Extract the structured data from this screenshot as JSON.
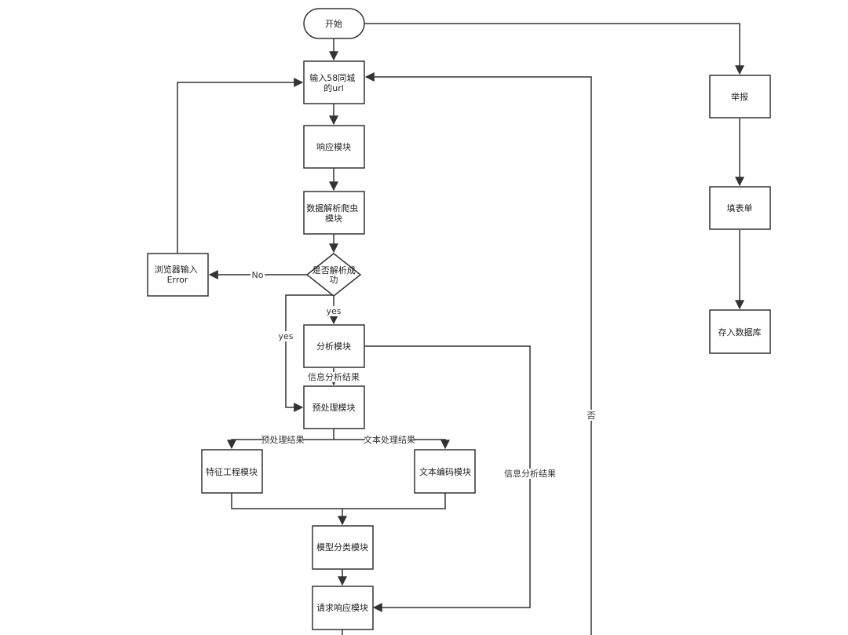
{
  "nodes": {
    "start": [
      "开始"
    ],
    "input_url": [
      "输入58同城",
      "的url"
    ],
    "response": [
      "响应模块"
    ],
    "parser": [
      "数据解析爬虫",
      "模块"
    ],
    "decision": [
      "是否解析成",
      "功"
    ],
    "browser_error": [
      "浏览器输入",
      "Error"
    ],
    "analysis": [
      "分析模块"
    ],
    "preprocess": [
      "预处理模块"
    ],
    "feature": [
      "特征工程模块"
    ],
    "text_encode": [
      "文本编码模块"
    ],
    "model": [
      "模型分类模块"
    ],
    "request_response": [
      "请求响应模块"
    ],
    "report": [
      "举报"
    ],
    "form": [
      "填表单"
    ],
    "database": [
      "存入数据库"
    ]
  },
  "edges": {
    "no": "No",
    "yes_down": "yes",
    "yes_left": "yes",
    "info_result_1": "信息分析结果",
    "pre_result": "预处理结果",
    "text_result": "文本处理结果",
    "info_result_2": "信息分析结果",
    "no_cn": "否"
  },
  "colors": {
    "stroke": "#333333",
    "fill": "#ffffff",
    "text": "#222222"
  }
}
